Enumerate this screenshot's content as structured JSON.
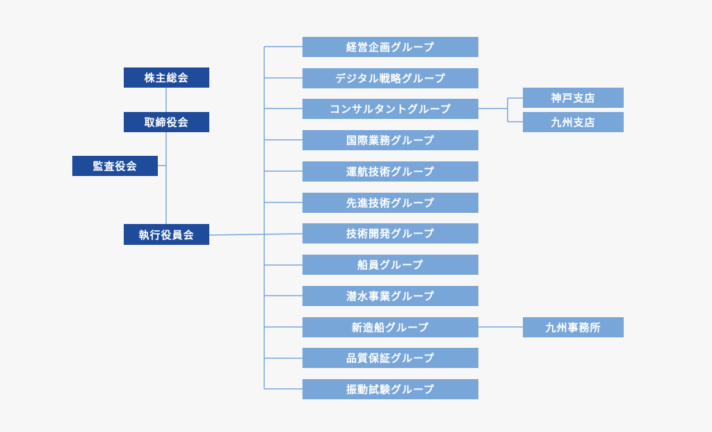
{
  "colors": {
    "dark_box": "#1f4b9b",
    "light_box": "#79a6d9",
    "line": "#79a6d9",
    "background": "#f7f7f7"
  },
  "org": {
    "shareholders": "株主総会",
    "board": "取締役会",
    "auditors": "監査役会",
    "executive": "執行役員会",
    "groups": [
      "経営企画グループ",
      "デジタル戦略グループ",
      "コンサルタントグループ",
      "国際業務グループ",
      "運航技術グループ",
      "先進技術グループ",
      "技術開発グループ",
      "船員グループ",
      "潜水事業グループ",
      "新造船グループ",
      "品質保証グループ",
      "振動試験グループ"
    ],
    "consultant_branches": [
      "神戸支店",
      "九州支店"
    ],
    "newbuild_office": "九州事務所"
  }
}
